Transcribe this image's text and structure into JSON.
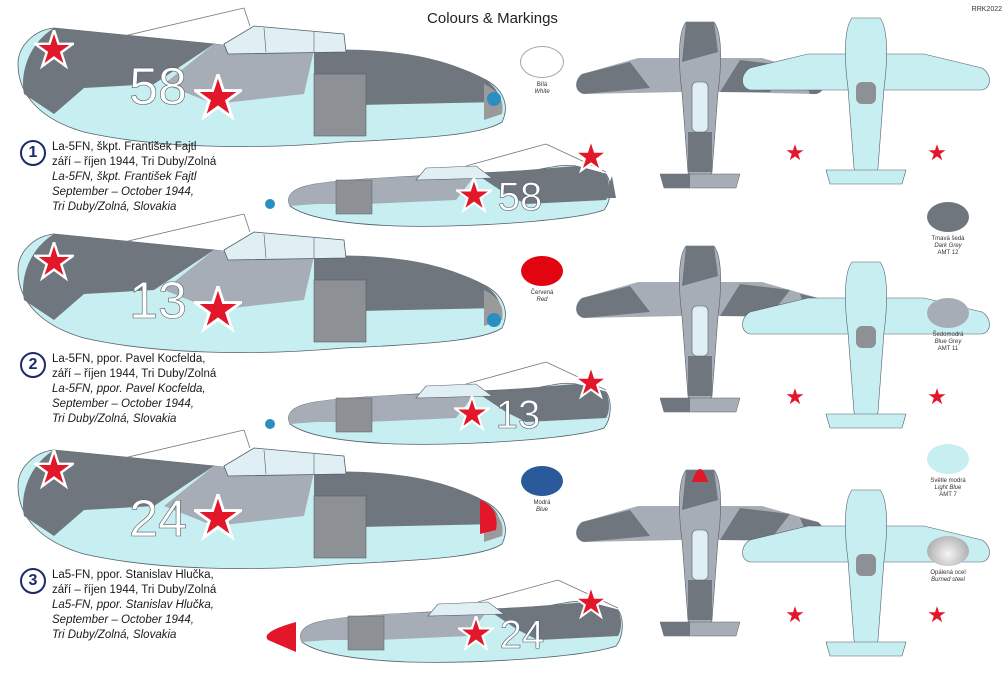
{
  "header": {
    "title": "Colours & Markings",
    "code": "RRK2022"
  },
  "schemes": [
    {
      "number": "1",
      "czech": [
        "La-5FN, škpt. František Fajtl",
        "září – říjen 1944, Tri Duby/Zolná"
      ],
      "english": [
        "La-5FN, škpt. František Fajtl",
        "September – October 1944,",
        "Tri Duby/Zolná, Slovakia"
      ],
      "aircraft_number": "58",
      "spinner": "#2a8fc0"
    },
    {
      "number": "2",
      "czech": [
        "La-5FN, ppor. Pavel Kocfelda,",
        "září – říjen 1944, Tri Duby/Zolná"
      ],
      "english": [
        "La-5FN,  ppor. Pavel Kocfelda,",
        "September – October 1944,",
        "Tri Duby/Zolná, Slovakia"
      ],
      "aircraft_number": "13",
      "spinner": "#2a8fc0"
    },
    {
      "number": "3",
      "czech": [
        "La5-FN, ppor. Stanislav Hlučka,",
        "září – říjen 1944, Tri Duby/Zolná"
      ],
      "english": [
        "La5-FN, ppor. Stanislav Hlučka,",
        "September – October 1944,",
        "Tri Duby/Zolná, Slovakia"
      ],
      "aircraft_number": "24",
      "spinner": "#e3172a"
    }
  ],
  "swatches": [
    {
      "color": "#ffffff",
      "czech": "Bílá",
      "english": "White",
      "code": ""
    },
    {
      "color": "#e0050f",
      "czech": "Červená",
      "english": "Red",
      "code": ""
    },
    {
      "color": "#2a5a9a",
      "czech": "Modrá",
      "english": "Blue",
      "code": ""
    },
    {
      "color": "#6f767e",
      "czech": "Tmavá šedá",
      "english": "Dark Grey",
      "code": "AMT 12"
    },
    {
      "color": "#a7adb6",
      "czech": "Šedomodrá",
      "english": "Blue Grey",
      "code": "AMT 11"
    },
    {
      "color": "#c7eef1",
      "czech": "Světle modrá",
      "english": "Light Blue",
      "code": "AMT 7"
    },
    {
      "color": "#c6c6c6",
      "czech": "Opálená ocel",
      "english": "Burned steel",
      "code": ""
    }
  ],
  "palette": {
    "dark_grey": "#6f767e",
    "blue_grey": "#a7adb6",
    "light_blue": "#c7eef1",
    "red": "#e3172a",
    "navy": "#1b2a6b"
  }
}
